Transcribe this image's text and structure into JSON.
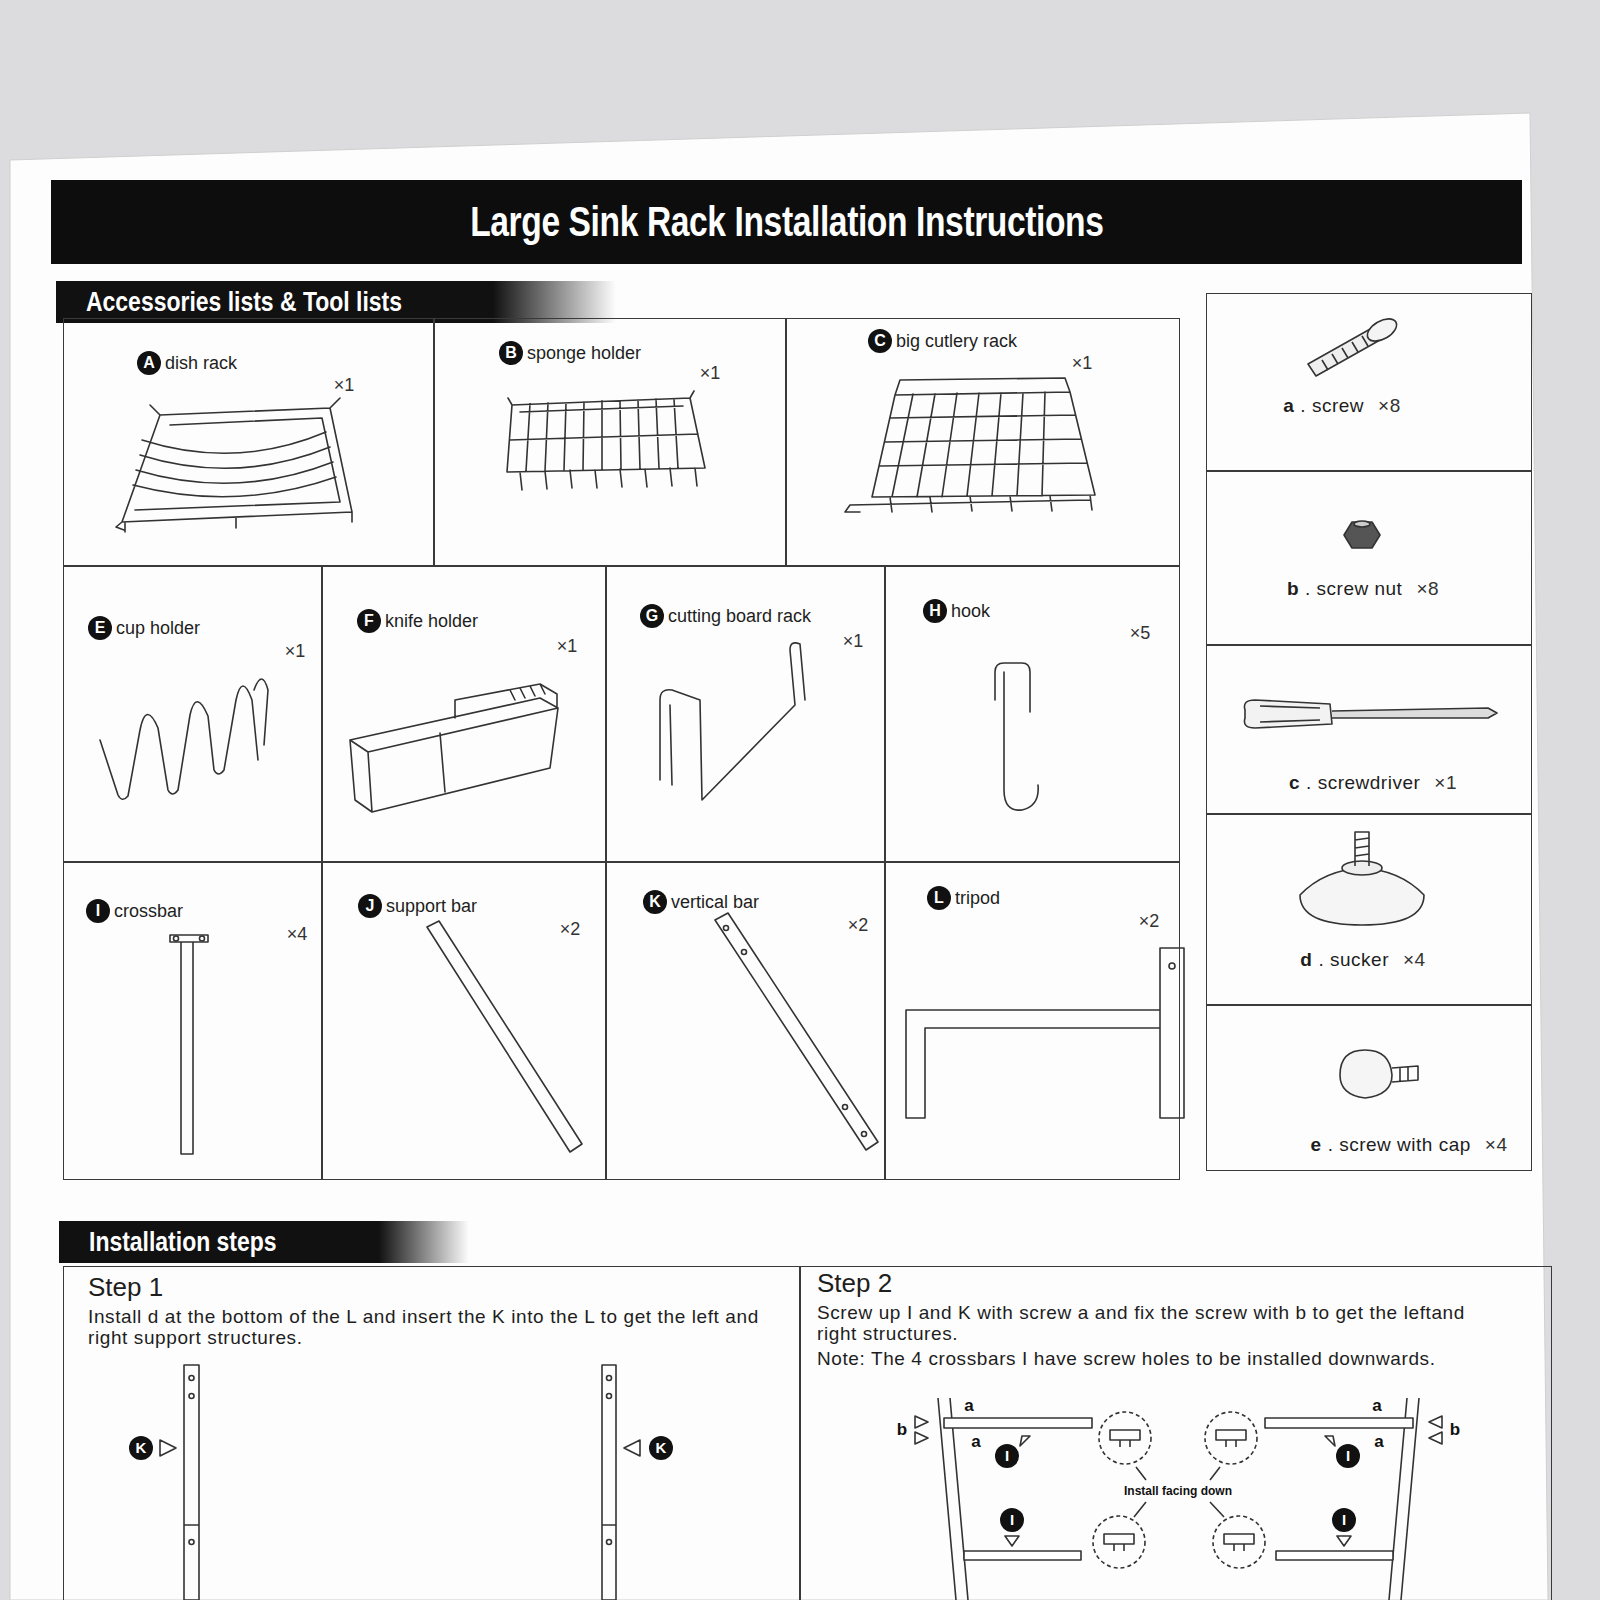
{
  "diagram": {
    "title": "Large Sink Rack Installation Instructions",
    "nodes": [
      {
        "text": [
          "Accessories lists & Tool lists"
        ]
      },
      {
        "text": [
          "A",
          "dish rack",
          "×1"
        ]
      },
      {
        "text": [
          "B",
          "sponge holder",
          "×1"
        ]
      },
      {
        "text": [
          "C",
          "big cutlery rack",
          "×1"
        ]
      },
      {
        "text": [
          "E",
          "cup holder",
          "×1"
        ]
      },
      {
        "text": [
          "F",
          "knife holder",
          "×1"
        ]
      },
      {
        "text": [
          "G",
          "cutting board rack",
          "×1"
        ]
      },
      {
        "text": [
          "H",
          "hook",
          "×5"
        ]
      },
      {
        "text": [
          "I",
          "crossbar",
          "×4"
        ]
      },
      {
        "text": [
          "J",
          "support bar",
          "×2"
        ]
      },
      {
        "text": [
          "K",
          "vertical bar",
          "×2"
        ]
      },
      {
        "text": [
          "L",
          "tripod",
          "×2"
        ]
      },
      {
        "text": [
          "a",
          ". screw",
          "×8"
        ]
      },
      {
        "text": [
          "b",
          ". screw nut",
          "×8"
        ]
      },
      {
        "text": [
          "c",
          ". screwdriver",
          "×1"
        ]
      },
      {
        "text": [
          "d",
          ". sucker",
          "×4"
        ]
      },
      {
        "text": [
          "e",
          ". screw with cap",
          "×4"
        ]
      },
      {
        "text": [
          "Installation steps"
        ]
      },
      {
        "text": [
          "Step 1",
          "Install d at the bottom of the L and insert the K into the L to get the left and right support structures."
        ]
      },
      {
        "text": [
          "Step 2",
          "Screw up I and K with screw a and fix the screw with b to get the leftand right structures.",
          "Note: The 4 crossbars I have screw holes to be installed downwards."
        ]
      }
    ],
    "labels": [
      "K",
      "K",
      "a",
      "b",
      "a",
      "I",
      "Install facing down",
      "a",
      "b",
      "a",
      "I",
      "I",
      "I"
    ]
  }
}
